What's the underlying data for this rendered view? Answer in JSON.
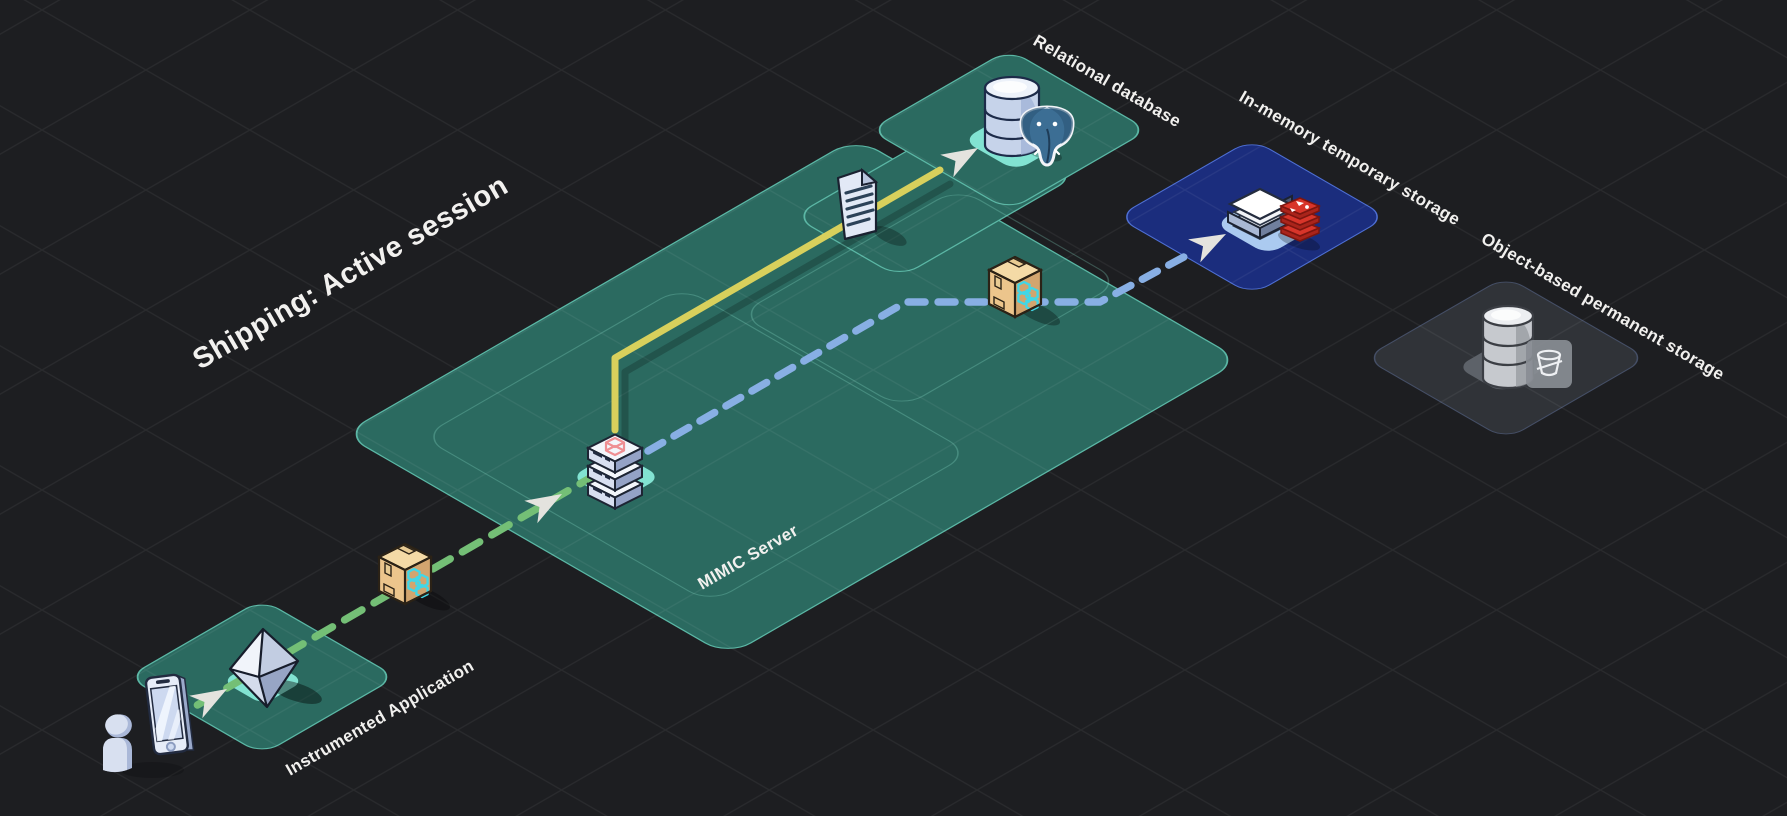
{
  "title": "Shipping: Active session",
  "nodes": {
    "instrumented_app": {
      "label": "Instrumented Application"
    },
    "mimic_server": {
      "label": "MIMIC Server"
    },
    "relational_db": {
      "label": "Relational database"
    },
    "in_memory_storage": {
      "label": "In-memory temporary storage"
    },
    "object_storage": {
      "label": "Object-based permanent storage"
    }
  },
  "flows": [
    {
      "id": "app-to-server",
      "from": "Instrumented Application",
      "to": "MIMIC Server",
      "style": "dashed",
      "color_key": "flow_green"
    },
    {
      "id": "server-to-relational-db",
      "from": "MIMIC Server",
      "to": "Relational database",
      "style": "solid",
      "color_key": "flow_yellow"
    },
    {
      "id": "server-to-in-memory",
      "from": "MIMIC Server",
      "to": "In-memory temporary storage",
      "style": "dashed",
      "color_key": "flow_blue"
    }
  ],
  "icons": [
    "user-icon",
    "smartphone-icon",
    "prism-icon",
    "package-icon",
    "server-icon",
    "document-icon",
    "database-icon",
    "postgresql-icon",
    "layer-stack-icon",
    "redis-icon",
    "database-gray-icon",
    "bucket-icon",
    "arrowhead-icon"
  ],
  "colors": {
    "background": "#1d1e21",
    "platform_teal": "#2b6a60",
    "platform_teal_border": "#5bb7a5",
    "platform_navy": "#1b2d7d",
    "platform_navy_border": "#4e6fd3",
    "platform_gray": "#303338",
    "platform_gray_border": "#454f66",
    "flow_green": "#74bf76",
    "flow_yellow": "#d8d05c",
    "flow_blue": "#88afe4",
    "highlight_teal": "#82e3d2",
    "highlight_blue": "#abcaf0",
    "highlight_gray": "#5d6269",
    "redis_red": "#d8352a",
    "postgres_blue": "#3c6e94",
    "arrow": "#e4e3de",
    "label_text": "#f1f0ee"
  }
}
